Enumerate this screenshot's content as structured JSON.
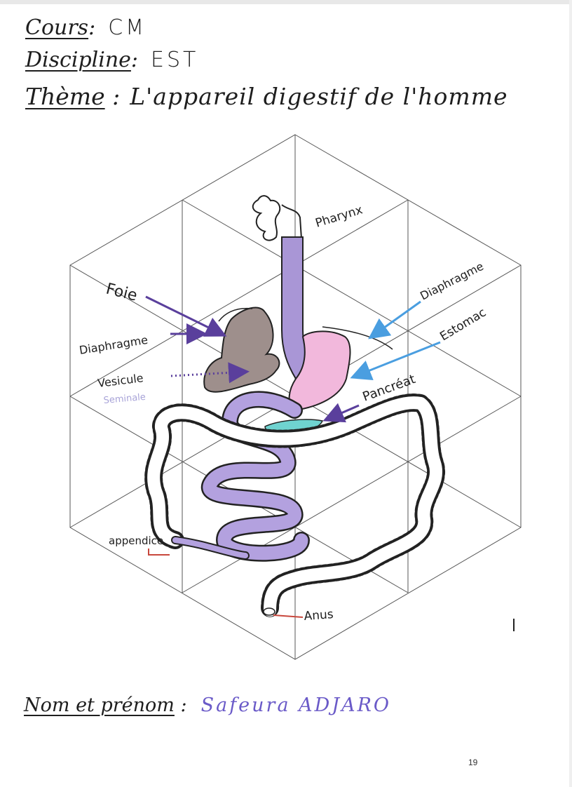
{
  "header": {
    "cours_label": "Cours",
    "cours_value": "CM",
    "discipline_label": "Discipline",
    "discipline_value": "EST",
    "theme_label": "Thème",
    "theme_value": "L'appareil digestif de l'homme"
  },
  "diagram": {
    "labels": {
      "foie": "Foie",
      "diaphragme_left": "Diaphragme",
      "vesicule": "Vesicule",
      "seminale": "Seminale",
      "pharynx": "Pharynx",
      "diaphragme_right": "Diaphragme",
      "estomac": "Estomac",
      "pancreas": "Pancréat",
      "appendice": "appendice",
      "anus": "Anus"
    },
    "colors": {
      "esophagus": "#a996d6",
      "stomach": "#f2b8dc",
      "liver": "#9e8f8c",
      "pancreas": "#6fd3d0",
      "intestine": "#b3a1df",
      "arrow_purple": "#5a3f9c",
      "arrow_blue": "#4a9ee0",
      "pointer_red": "#c8473c"
    }
  },
  "footer": {
    "name_label": "Nom et prénom",
    "name_value": "Safeura ADJARO",
    "page_number": "19"
  }
}
